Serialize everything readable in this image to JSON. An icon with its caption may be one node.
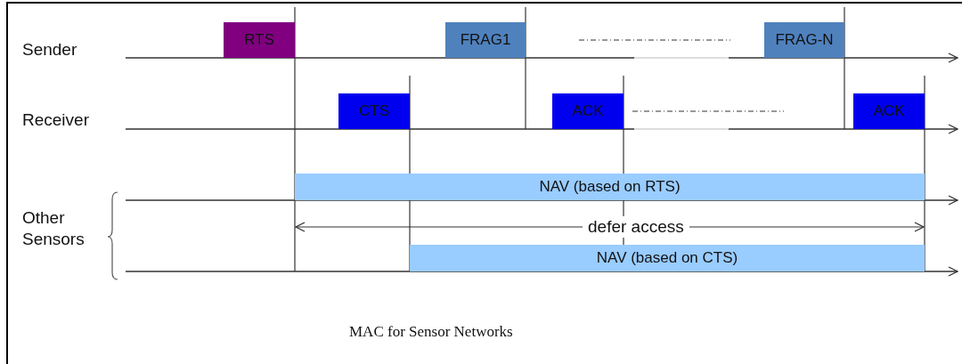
{
  "diagram": {
    "caption": "MAC for Sensor Networks",
    "nodes": [
      {
        "text": [
          "RTS"
        ]
      },
      {
        "text": [
          "FRAG1"
        ]
      },
      {
        "text": [
          "FRAG-N"
        ]
      },
      {
        "text": [
          "CTS"
        ]
      },
      {
        "text": [
          "ACK"
        ]
      },
      {
        "text": [
          "ACK"
        ]
      },
      {
        "text": [
          "NAV (based on RTS)"
        ]
      },
      {
        "text": [
          "NAV (based on CTS)"
        ]
      }
    ],
    "edges": [],
    "labels": [
      "Sender",
      "Receiver",
      "Other Sensors",
      "defer access"
    ]
  }
}
